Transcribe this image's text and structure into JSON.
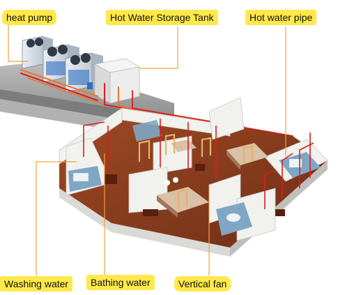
{
  "labels": {
    "heat_pump": "heat pump",
    "storage_tank": "Hot Water Storage Tank",
    "hot_water_pipe": "Hot water pipe",
    "washing_water": "Washing water",
    "bathing_water": "Bathing water",
    "vertical_fan": "Vertical fan"
  },
  "colors": {
    "label_bg": "#ffe94a",
    "leader_line": "#f2a23c",
    "pipe_hot": "#d81e1e",
    "pipe_orange": "#e8762a",
    "floor_wood": "#8a3d1f",
    "wall_white": "#f1f1ee",
    "roof_gray": "#a5a5a5",
    "water_blue": "#7fa6c4"
  }
}
